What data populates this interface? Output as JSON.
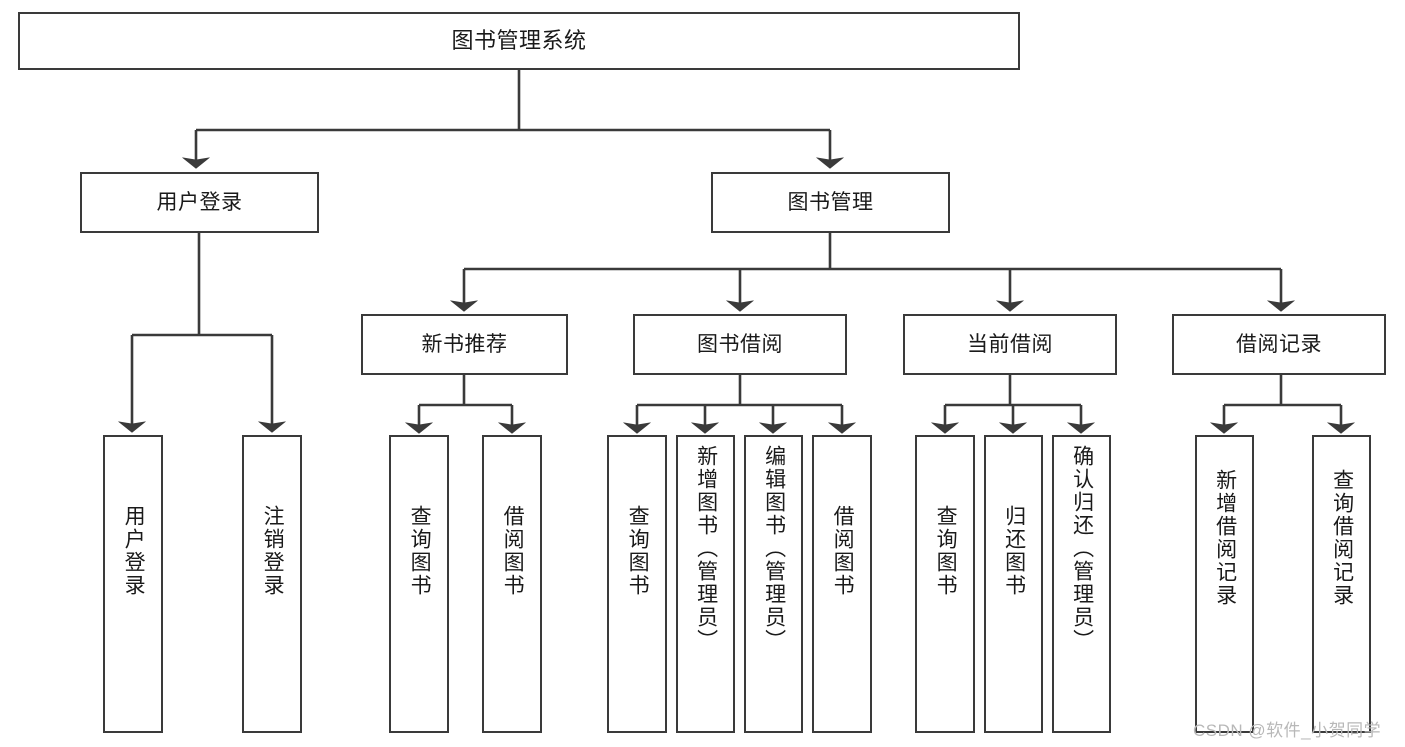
{
  "diagram": {
    "type": "hierarchy-tree",
    "title": "图书管理系统",
    "root": {
      "label": "图书管理系统"
    },
    "level2": [
      {
        "id": "user-login",
        "label": "用户登录"
      },
      {
        "id": "book-management",
        "label": "图书管理"
      }
    ],
    "level3": [
      {
        "id": "new-book-recommend",
        "label": "新书推荐",
        "parent": "book-management"
      },
      {
        "id": "book-borrow",
        "label": "图书借阅",
        "parent": "book-management"
      },
      {
        "id": "current-borrow",
        "label": "当前借阅",
        "parent": "book-management"
      },
      {
        "id": "borrow-record",
        "label": "借阅记录",
        "parent": "book-management"
      }
    ],
    "leaves": [
      {
        "id": "leaf-user-login",
        "label": "用户登录",
        "parent": "user-login"
      },
      {
        "id": "leaf-logout",
        "label": "注销登录",
        "parent": "user-login"
      },
      {
        "id": "leaf-query-book-1",
        "label": "查询图书",
        "parent": "new-book-recommend"
      },
      {
        "id": "leaf-borrow-book-1",
        "label": "借阅图书",
        "parent": "new-book-recommend"
      },
      {
        "id": "leaf-query-book-2",
        "label": "查询图书",
        "parent": "book-borrow"
      },
      {
        "id": "leaf-add-book",
        "label": "新增图书（管理员）",
        "parent": "book-borrow"
      },
      {
        "id": "leaf-edit-book",
        "label": "编辑图书（管理员）",
        "parent": "book-borrow"
      },
      {
        "id": "leaf-borrow-book-2",
        "label": "借阅图书",
        "parent": "book-borrow"
      },
      {
        "id": "leaf-query-book-3",
        "label": "查询图书",
        "parent": "current-borrow"
      },
      {
        "id": "leaf-return-book",
        "label": "归还图书",
        "parent": "current-borrow"
      },
      {
        "id": "leaf-confirm-return",
        "label": "确认归还（管理员）",
        "parent": "current-borrow"
      },
      {
        "id": "leaf-add-record",
        "label": "新增借阅记录",
        "parent": "borrow-record"
      },
      {
        "id": "leaf-query-record",
        "label": "查询借阅记录",
        "parent": "borrow-record"
      }
    ],
    "colors": {
      "stroke": "#3a3a3a",
      "text": "#1a1a1a",
      "background": "#ffffff",
      "watermark": "#b8b8b8"
    }
  },
  "watermark": {
    "text": "CSDN @软件_小贺同学"
  }
}
